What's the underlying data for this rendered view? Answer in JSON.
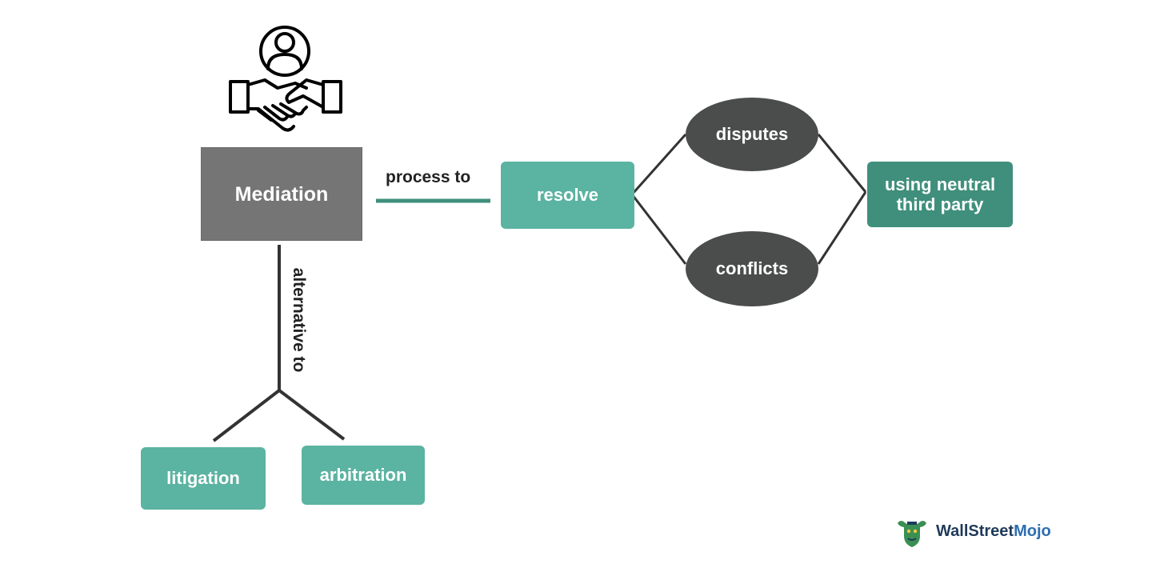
{
  "nodes": {
    "mediation": "Mediation",
    "resolve": "resolve",
    "disputes": "disputes",
    "conflicts": "conflicts",
    "neutral": "using neutral third party",
    "litigation": "litigation",
    "arbitration": "arbitration"
  },
  "edges": {
    "process_to": "process to",
    "alternative_to": "alternative to"
  },
  "icons": {
    "main": "mediator-handshake-icon"
  },
  "logo": {
    "brand_first": "WallStreet",
    "brand_second": "Mojo"
  },
  "colors": {
    "main_box": "#757575",
    "teal": "#5bb3a1",
    "dark_teal": "#3f8f7c",
    "ellipse": "#4b4d4d",
    "connector": "#333333"
  }
}
